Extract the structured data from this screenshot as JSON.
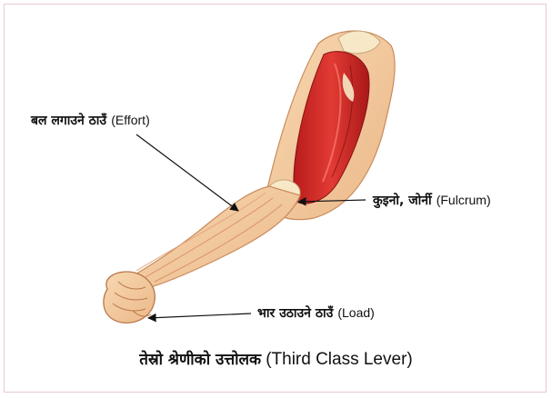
{
  "labels": {
    "effort": {
      "np": "बल लगाउने ठाउँ",
      "en": "(Effort)"
    },
    "fulcrum": {
      "np": "कुइनो, जोर्नी",
      "en": "(Fulcrum)"
    },
    "load": {
      "np": "भार उठाउने ठाउँ",
      "en": "(Load)"
    }
  },
  "caption": {
    "np": "तेस्रो श्रेणीको उत्तोलक",
    "en": "(Third Class Lever)"
  },
  "colors": {
    "skin": "#f3caa0",
    "skin_shadow": "#e2a676",
    "muscle": "#d42a2a",
    "muscle_dark": "#9e1616",
    "bone": "#f7e9c8",
    "frame_border": "#e8c9d4",
    "arrow": "#111111"
  }
}
